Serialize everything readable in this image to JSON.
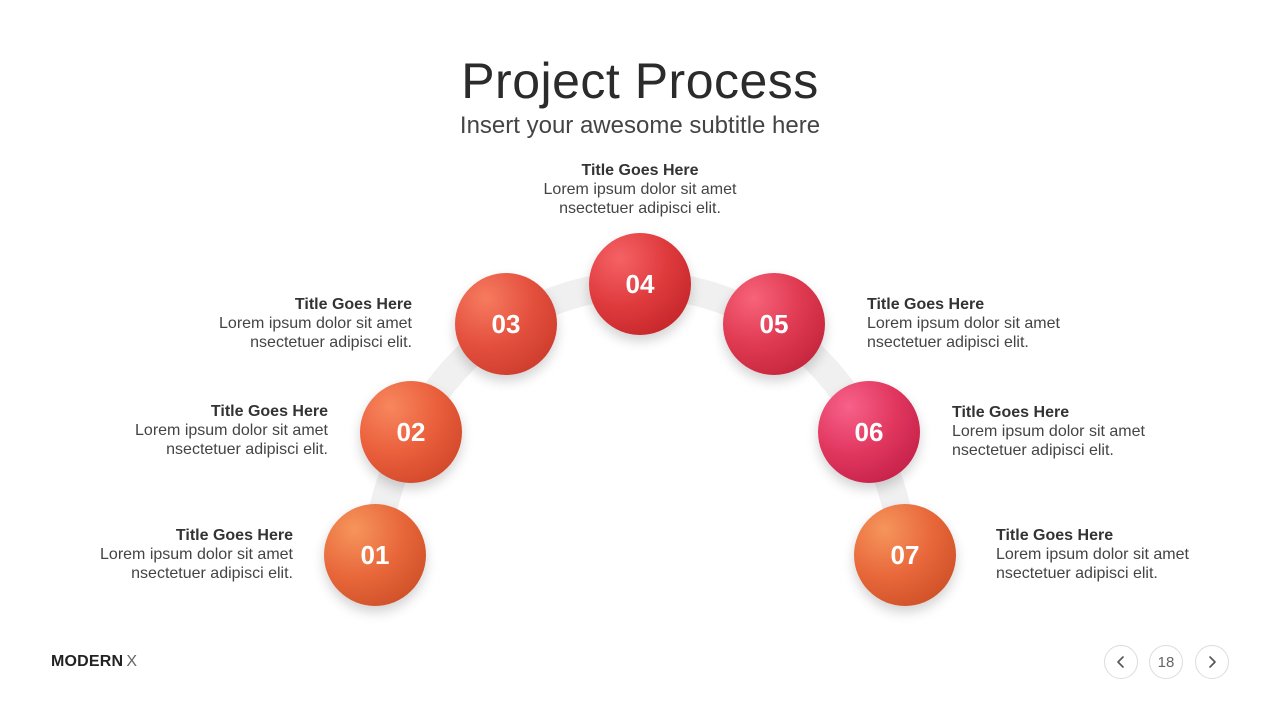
{
  "header": {
    "title": "Project Process",
    "subtitle": "Insert your awesome subtitle here"
  },
  "steps": [
    {
      "number": "01",
      "title": "Title  Goes Here",
      "desc1": "Lorem ipsum dolor sit amet",
      "desc2": "nsectetuer  adipisci elit.",
      "color": "#e8683b"
    },
    {
      "number": "02",
      "title": "Title  Goes Here",
      "desc1": "Lorem ipsum dolor sit amet",
      "desc2": "nsectetuer  adipisci elit.",
      "color": "#ea5f3c"
    },
    {
      "number": "03",
      "title": "Title  Goes Here",
      "desc1": "Lorem ipsum dolor sit amet",
      "desc2": "nsectetuer  adipisci elit.",
      "color": "#e4503e"
    },
    {
      "number": "04",
      "title": "Title  Goes Here",
      "desc1": "Lorem ipsum dolor sit amet",
      "desc2": "nsectetuer  adipisci elit.",
      "color": "#df3b3d"
    },
    {
      "number": "05",
      "title": "Title  Goes Here",
      "desc1": "Lorem ipsum dolor sit amet",
      "desc2": "nsectetuer  adipisci elit.",
      "color": "#df3a52"
    },
    {
      "number": "06",
      "title": "Title  Goes Here",
      "desc1": "Lorem ipsum dolor sit amet",
      "desc2": "nsectetuer  adipisci elit.",
      "color": "#e1375f"
    },
    {
      "number": "07",
      "title": "Title  Goes Here",
      "desc1": "Lorem ipsum dolor sit amet",
      "desc2": "nsectetuer  adipisci elit.",
      "color": "#e8683b"
    }
  ],
  "footer": {
    "brand": "MODERN",
    "brand_suffix": "X",
    "page_number": "18",
    "prev_icon": "chevron-left-icon",
    "next_icon": "chevron-right-icon"
  }
}
